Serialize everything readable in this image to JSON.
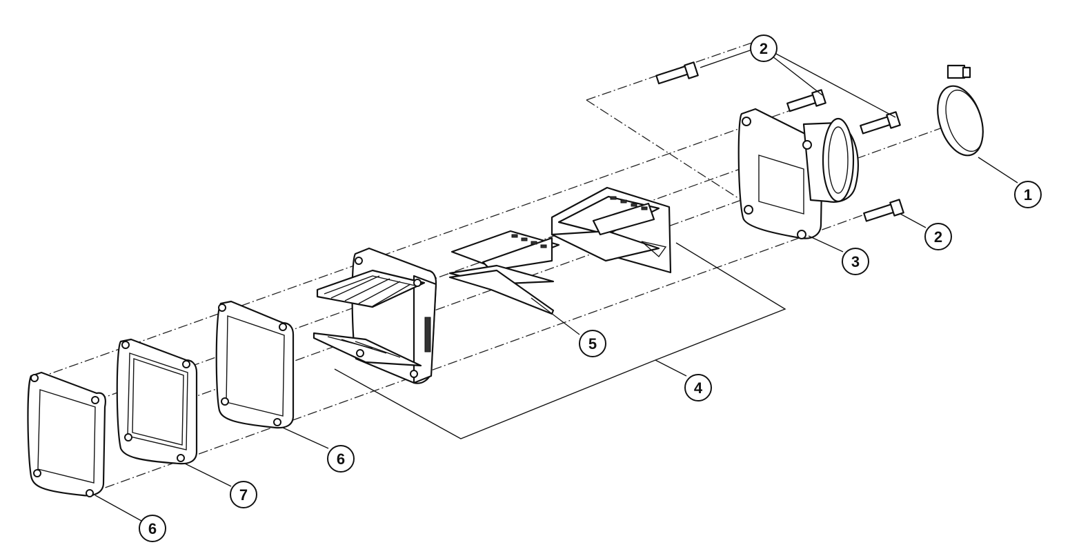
{
  "callouts": [
    {
      "id": "c1",
      "label": "1"
    },
    {
      "id": "c2a",
      "label": "2"
    },
    {
      "id": "c2b",
      "label": "2"
    },
    {
      "id": "c3",
      "label": "3"
    },
    {
      "id": "c4",
      "label": "4"
    },
    {
      "id": "c5",
      "label": "5"
    },
    {
      "id": "c6a",
      "label": "6"
    },
    {
      "id": "c6b",
      "label": "6"
    },
    {
      "id": "c7",
      "label": "7"
    }
  ],
  "colors": {
    "ink": "#111111",
    "background": "#ffffff"
  }
}
